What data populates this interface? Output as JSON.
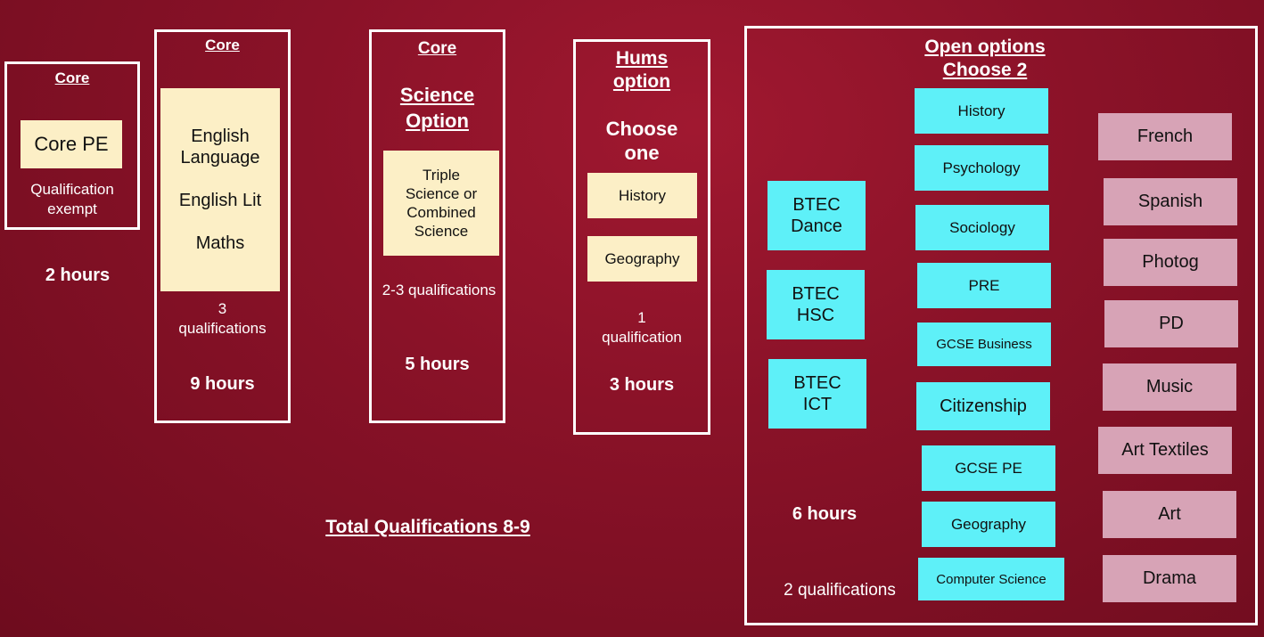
{
  "core_pe": {
    "heading": "Core",
    "subject": "Core PE",
    "note_line1": "Qualification",
    "note_line2": "exempt",
    "hours": "2 hours"
  },
  "core_english": {
    "heading": "Core",
    "subjects": [
      "English",
      "Language",
      "English Lit",
      "Maths"
    ],
    "quals_line1": "3",
    "quals_line2": "qualifications",
    "hours": "9 hours"
  },
  "science": {
    "heading": "Core",
    "title_line1": "Science",
    "title_line2": "Option",
    "subject_lines": [
      "Triple",
      "Science or",
      "Combined",
      "Science"
    ],
    "quals": "2-3 qualifications",
    "hours": "5 hours"
  },
  "hums": {
    "heading_line1": "Hums",
    "heading_line2": "option",
    "choose_line1": "Choose",
    "choose_line2": "one",
    "options": [
      "History",
      "Geography"
    ],
    "quals_line1": "1",
    "quals_line2": "qualification",
    "hours": "3 hours"
  },
  "open_options": {
    "heading_line1": "Open options",
    "heading_line2": "Choose 2",
    "btec": [
      [
        "BTEC",
        "Dance"
      ],
      [
        "BTEC",
        "HSC"
      ],
      [
        "BTEC",
        "ICT"
      ]
    ],
    "middle": [
      "History",
      "Psychology",
      "Sociology",
      "PRE",
      "GCSE Business",
      "Citizenship",
      "GCSE PE",
      "Geography",
      "Computer Science"
    ],
    "right": [
      "French",
      "Spanish",
      "Photog",
      "PD",
      "Music",
      "Art Textiles",
      "Art",
      "Drama"
    ],
    "hours": "6 hours",
    "quals": "2 qualifications"
  },
  "total": "Total Qualifications 8-9"
}
